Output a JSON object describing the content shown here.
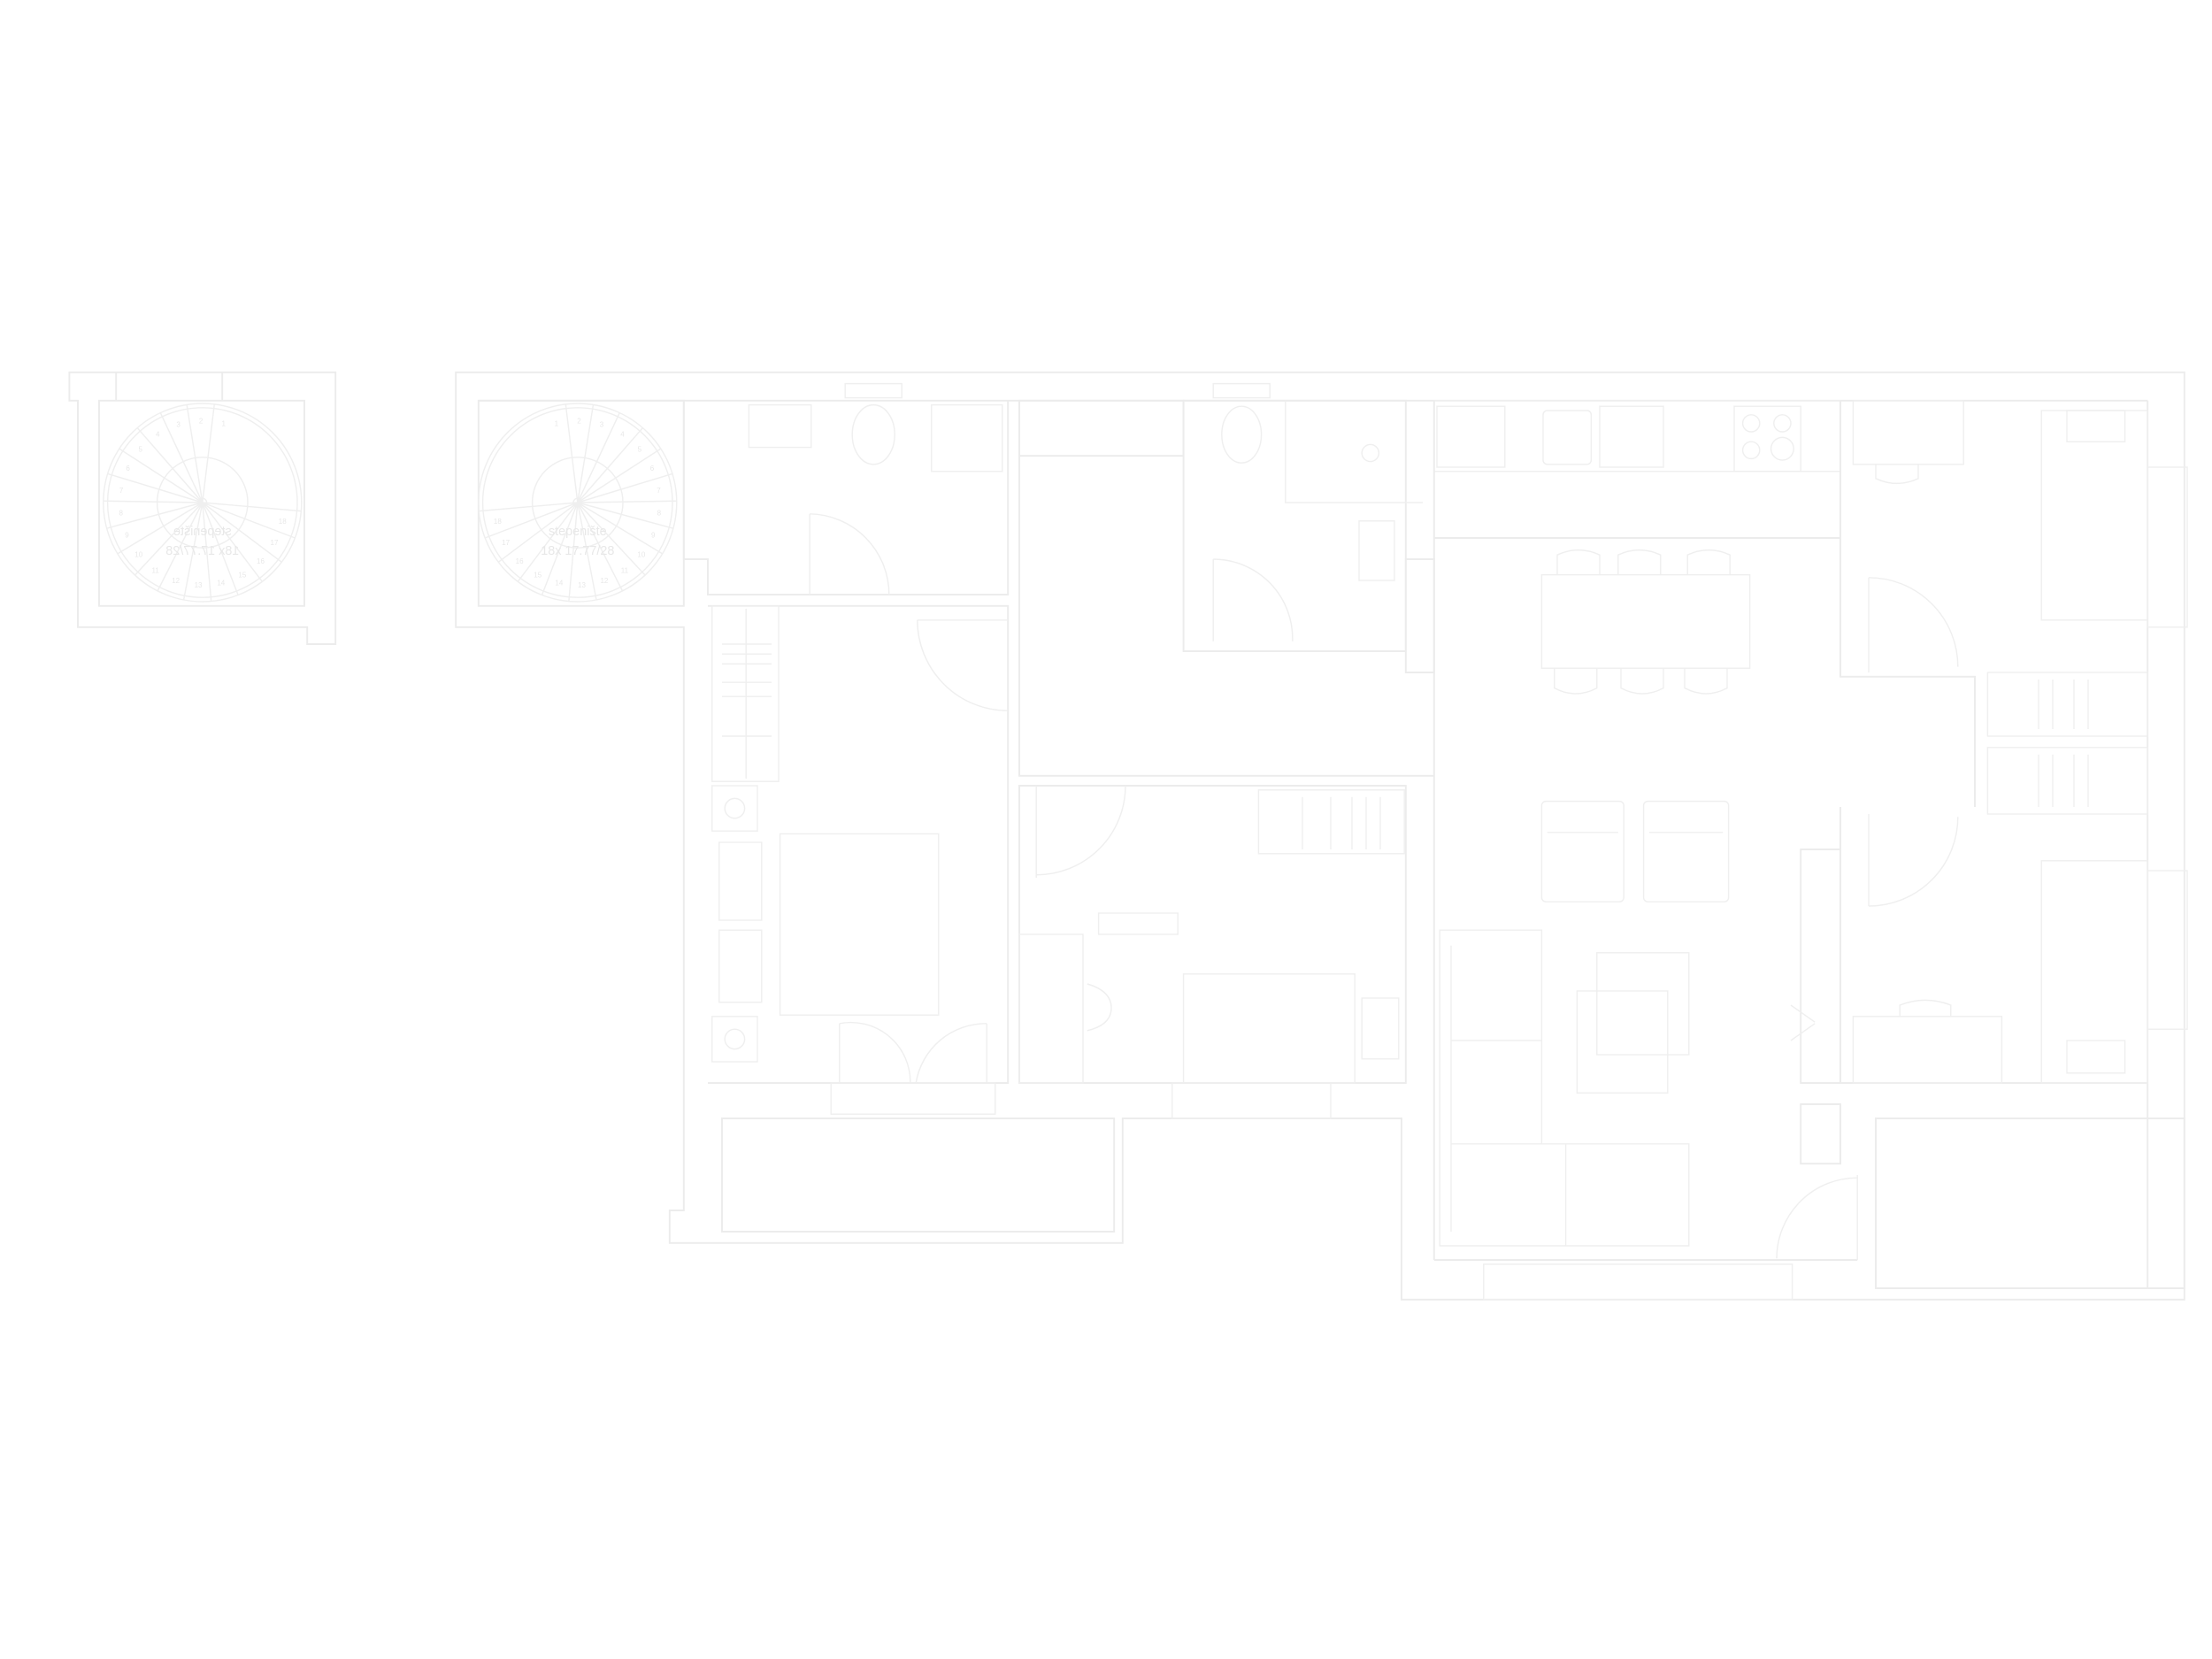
{
  "plan": {
    "line_color": "#ececec",
    "background": "#ffffff"
  },
  "staircase": {
    "label": "stepenište",
    "spec": "18x 17.77/28",
    "steps": [
      "1",
      "2",
      "3",
      "4",
      "5",
      "6",
      "7",
      "8",
      "9",
      "10",
      "11",
      "12",
      "13",
      "14",
      "15",
      "16",
      "17",
      "18"
    ]
  }
}
